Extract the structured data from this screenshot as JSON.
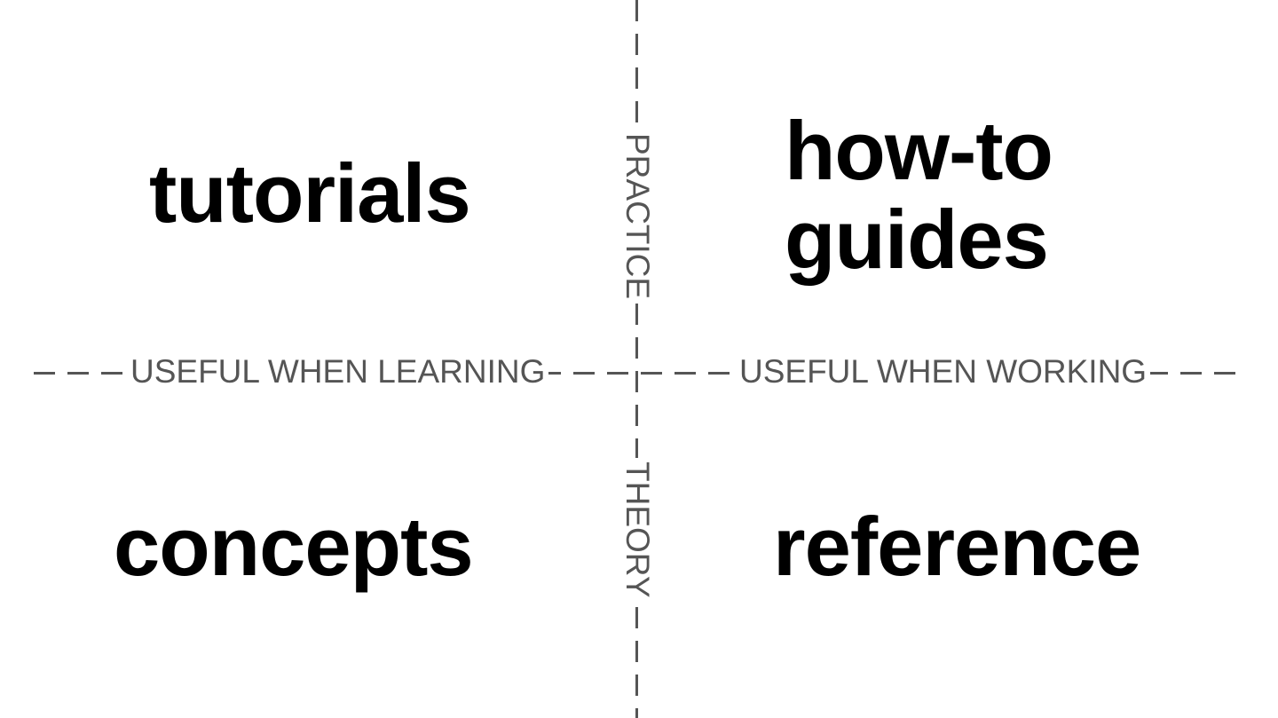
{
  "axes": {
    "top": "PRACTICE",
    "bottom": "THEORY",
    "left": "USEFUL WHEN LEARNING",
    "right": "USEFUL WHEN WORKING"
  },
  "quadrants": {
    "top_left": "tutorials",
    "top_right_line1": "how-to",
    "top_right_line2": "guides",
    "bottom_left": "concepts",
    "bottom_right": "reference"
  },
  "colors": {
    "axis": "#555555",
    "text": "#000000",
    "background": "#ffffff"
  }
}
